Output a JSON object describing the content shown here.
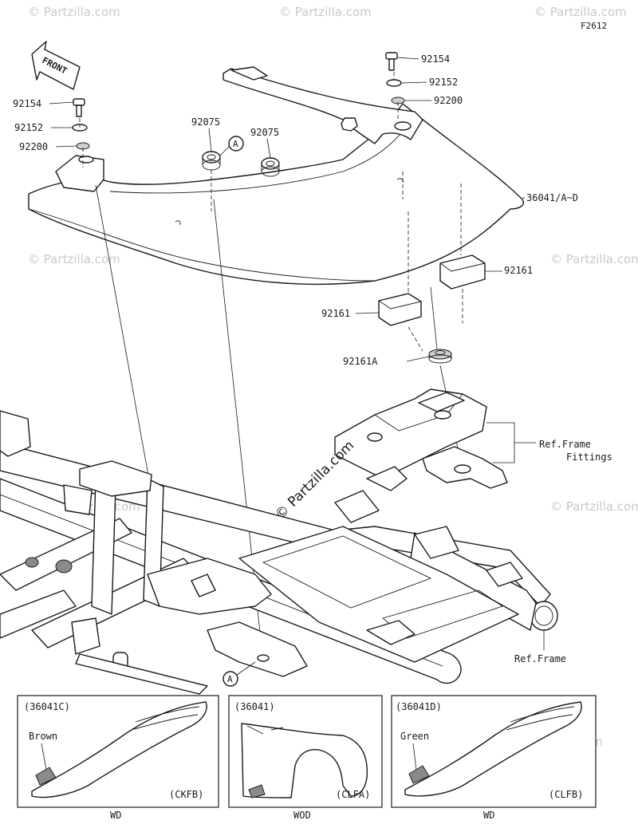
{
  "figure_code": "F2612",
  "front_label": "FRONT",
  "watermark_text": "© Partzilla.com",
  "main_watermark": "© Partzilla.com",
  "parts": {
    "bolt_left": "92154",
    "collar_left": "92152",
    "washer_left": "92200",
    "bolt_right": "92154",
    "collar_right": "92152",
    "washer_right": "92200",
    "grommet_left": "92075",
    "grommet_right": "92075",
    "seat_cover": "36041/A~D",
    "pad_right": "92161",
    "pad_left": "92161",
    "damper": "92161A"
  },
  "callout_A": "A",
  "ref_frame_fittings_line1": "Ref.Frame",
  "ref_frame_fittings_line2": "Fittings",
  "ref_frame": "Ref.Frame",
  "variants": [
    {
      "code": "(36041C)",
      "color_label": "Brown",
      "paint_code": "(CKFB)",
      "finish": "WD"
    },
    {
      "code": "(36041)",
      "color_label": "",
      "paint_code": "(CLFA)",
      "finish": "WOD"
    },
    {
      "code": "(36041D)",
      "color_label": "Green",
      "paint_code": "(CLFB)",
      "finish": "WD"
    }
  ]
}
